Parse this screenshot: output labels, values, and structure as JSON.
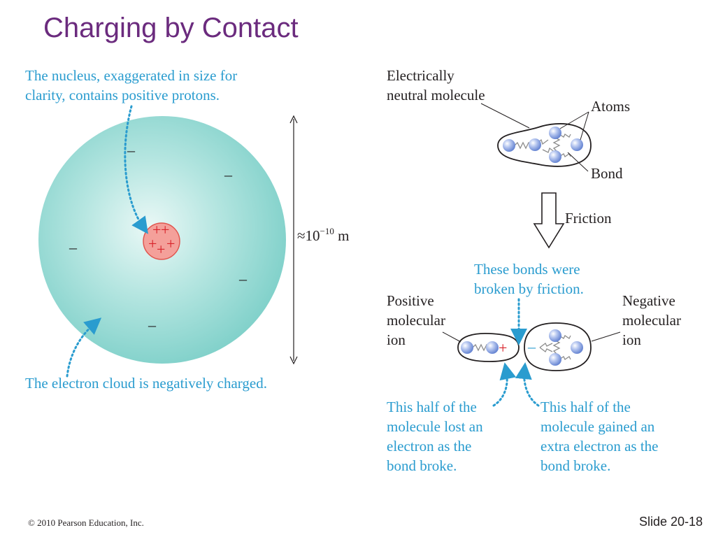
{
  "slide": {
    "title": "Charging by Contact",
    "footer_copyright": "© 2010 Pearson Education, Inc.",
    "slide_number": "Slide 20-18"
  },
  "atom_panel": {
    "nucleus_caption_line1": "The nucleus, exaggerated in size for",
    "nucleus_caption_line2": "clarity, contains positive protons.",
    "electron_caption": "The electron cloud is negatively charged.",
    "size_label_prefix": "≈10",
    "size_label_exponent": "−10",
    "size_label_unit": " m",
    "negative_sign": "–",
    "positive_sign": "+"
  },
  "molecule_panel": {
    "neutral_label_line1": "Electrically",
    "neutral_label_line2": "neutral molecule",
    "atoms_label": "Atoms",
    "bond_label": "Bond",
    "friction_label": "Friction",
    "broken_caption_line1": "These bonds were",
    "broken_caption_line2": "broken by friction.",
    "positive_ion_label": [
      "Positive",
      "molecular",
      "ion"
    ],
    "negative_ion_label": [
      "Negative",
      "molecular",
      "ion"
    ],
    "lost_caption": [
      "This half of the",
      "molecule lost an",
      "electron as the",
      "bond broke."
    ],
    "gained_caption": [
      "This half of the",
      "molecule gained an",
      "extra electron as the",
      "bond broke."
    ],
    "positive_sign": "+",
    "negative_sign": "–"
  },
  "colors": {
    "title": "#6b2b7e",
    "caption_blue": "#2a9ccf",
    "electron_cloud": "#8fd6cf",
    "nucleus": "#f4a09a",
    "proton_sign": "#d8232a",
    "sphere_blue": "#8fa8e6"
  }
}
